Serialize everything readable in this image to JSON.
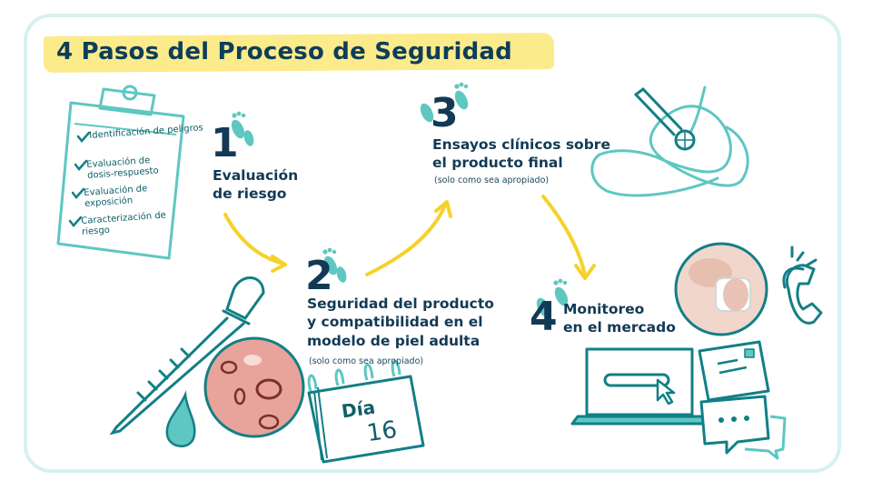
{
  "title": "4 Pasos del Proceso de Seguridad",
  "colors": {
    "teal": "#5ec7c2",
    "dark_teal": "#127f86",
    "navy": "#123a55",
    "yellow_highlight": "#fbeb8b",
    "arrow_yellow": "#f5d22a",
    "frame": "#d8f1f0",
    "skin": "#e8a39a"
  },
  "clipboard": {
    "items": [
      "Identificación de peligros",
      "Evaluación de dosis-respuesto",
      "Evaluación de exposición",
      "Caracterización de riesgo"
    ]
  },
  "steps": [
    {
      "number": "1",
      "title_lines": [
        "Evaluación",
        "de riesgo"
      ],
      "note": ""
    },
    {
      "number": "2",
      "title_lines": [
        "Seguridad del producto",
        "y compatibilidad en el",
        "modelo de piel adulta"
      ],
      "note": "(solo como sea apropiado)"
    },
    {
      "number": "3",
      "title_lines": [
        "Ensayos clínicos sobre",
        "el producto final"
      ],
      "note": "(solo como sea apropiado)"
    },
    {
      "number": "4",
      "title_lines": [
        "Monitoreo",
        "en el mercado"
      ],
      "note": ""
    }
  ],
  "calendar": {
    "label": "Día",
    "day": "16"
  },
  "icons": [
    "clipboard-icon",
    "footprint-icon",
    "pipette-icon",
    "water-drop-icon",
    "calendar-icon",
    "baby-foot-icon",
    "diaper-baby-icon",
    "telephone-icon",
    "laptop-icon",
    "envelope-icon",
    "chat-bubble-icon"
  ]
}
